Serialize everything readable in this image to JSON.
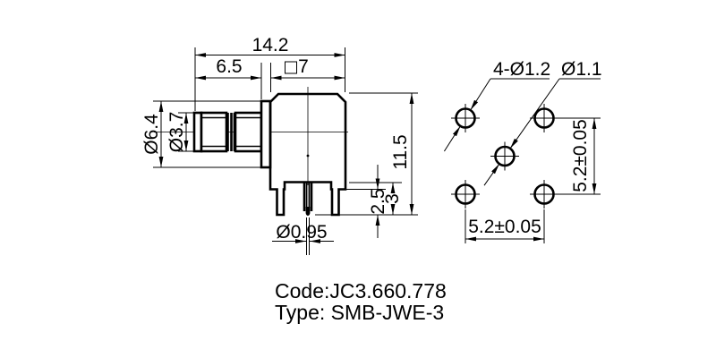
{
  "drawing_type": "technical-dimension-drawing",
  "colors": {
    "line": "#000000",
    "background": "#ffffff"
  },
  "side_view": {
    "dim_total_width": "14.2",
    "dim_front_length": "6.5",
    "dim_body_square": "7",
    "dim_flange_diameter": "Ø6.4",
    "dim_barrel_diameter": "Ø3.7",
    "dim_total_height": "11.5",
    "dim_leg_protrusion": "2.5",
    "dim_pin_protrusion": "3",
    "dim_pin_diameter": "Ø0.95"
  },
  "footprint_view": {
    "label_corner_holes": "4-Ø1.2",
    "label_center_hole": "Ø1.1",
    "dim_vertical_pitch": "5.2±0.05",
    "dim_horizontal_pitch": "5.2±0.05"
  },
  "title_block": {
    "code_line": "Code:JC3.660.778",
    "type_line": "Type: SMB-JWE-3"
  }
}
